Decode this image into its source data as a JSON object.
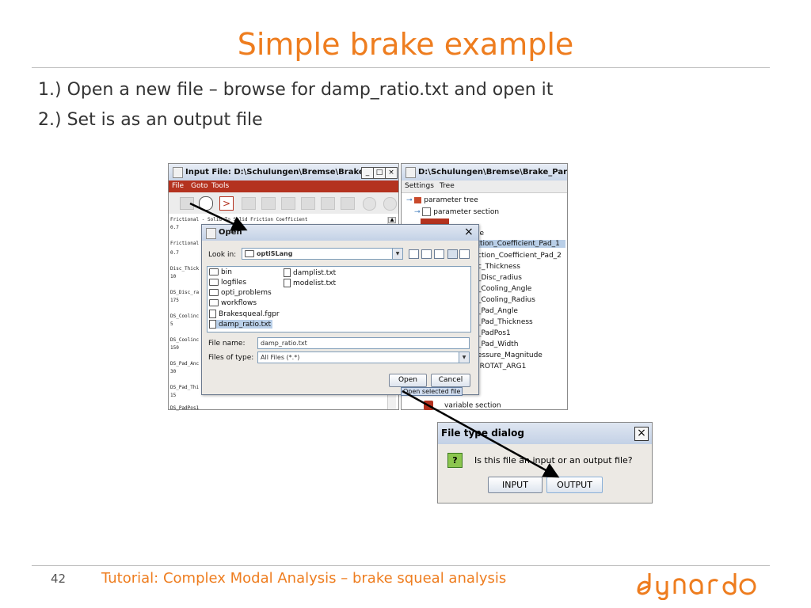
{
  "slide": {
    "title": "Simple brake example",
    "steps": [
      "1.) Open a new file – browse for damp_ratio.txt and open it",
      "2.) Set is as an output file"
    ],
    "page_number": "42",
    "footer": "Tutorial: Complex Modal Analysis – brake squeal analysis",
    "logo_text": "dynardo",
    "accent_color": "#ee7d1f"
  },
  "input_window": {
    "title": "Input File: D:\\Schulungen\\Bremse\\Brake_...",
    "menu": [
      "File",
      "Goto",
      "Tools"
    ],
    "text_lines": [
      "Frictional - Solid To Solid Friction Coefficient",
      "0.7",
      "Frictional",
      "0.7",
      "Disc_Thick",
      "10",
      "DS_Disc_ra",
      "175",
      "DS_Coolinc",
      "5",
      "DS_Coolinc",
      "150",
      "DS_Pad_Anc",
      "30",
      "DS_Pad_Thi",
      "15",
      "DS_PadPos1"
    ]
  },
  "param_window": {
    "title": "D:\\Schulungen\\Bremse\\Brake_Parame",
    "menu": [
      "Settings",
      "Tree"
    ],
    "tree": [
      "parameter tree",
      "parameter section",
      "le",
      "ction_Coefficient_Pad_1",
      "ction_Coefficient_Pad_2",
      "c_Thickness",
      "_Disc_radius",
      "_Cooling_Angle",
      "_Cooling_Radius",
      "_Pad_Angle",
      "_Pad_Thickness",
      "_PadPos1",
      "_Pad_Width",
      "essure_Magnitude",
      "IROTAT_ARG1",
      "variable section"
    ]
  },
  "open_dialog": {
    "title": "Open",
    "look_in_label": "Look in:",
    "look_in_value": "optiSLang",
    "files_col1": [
      "bin",
      "logfiles",
      "opti_problems",
      "workflows",
      "Brakesqueal.fgpr",
      "damp_ratio.txt"
    ],
    "files_col2": [
      "damplist.txt",
      "modelist.txt"
    ],
    "file_name_label": "File name:",
    "file_name_value": "damp_ratio.txt",
    "files_of_type_label": "Files of type:",
    "files_of_type_value": "All Files (*.*)",
    "open_label": "Open",
    "cancel_label": "Cancel",
    "tooltip": "Open selected file"
  },
  "filetype_dialog": {
    "title": "File type dialog",
    "question": "Is this file an input or an output file?",
    "input_label": "INPUT",
    "output_label": "OUTPUT"
  }
}
